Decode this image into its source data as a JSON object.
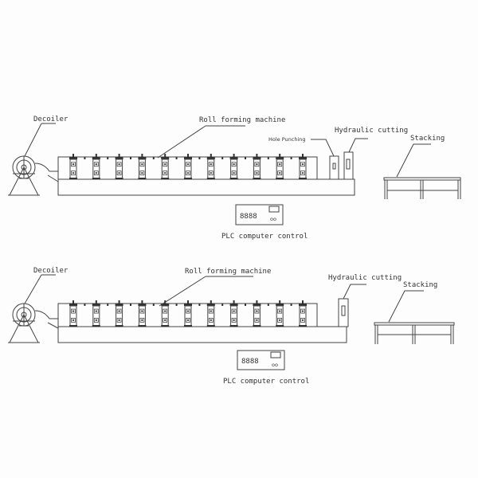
{
  "line_top": {
    "decoiler": "Decoiler",
    "roll_forming": "Roll forming machine",
    "hole_punching": "Hole Punching",
    "hydraulic_cutting": "Hydraulic cutting",
    "stacking": "Stacking",
    "plc_display": "8888",
    "plc_knob": "oo",
    "plc_label": "PLC computer control"
  },
  "line_bottom": {
    "decoiler": "Decoiler",
    "roll_forming": "Roll forming machine",
    "hydraulic_cutting": "Hydraulic cutting",
    "stacking": "Stacking",
    "plc_display": "8888",
    "plc_knob": "oo",
    "plc_label": "PLC computer control"
  },
  "roll_stand_count": 11,
  "line_color": "#444444"
}
